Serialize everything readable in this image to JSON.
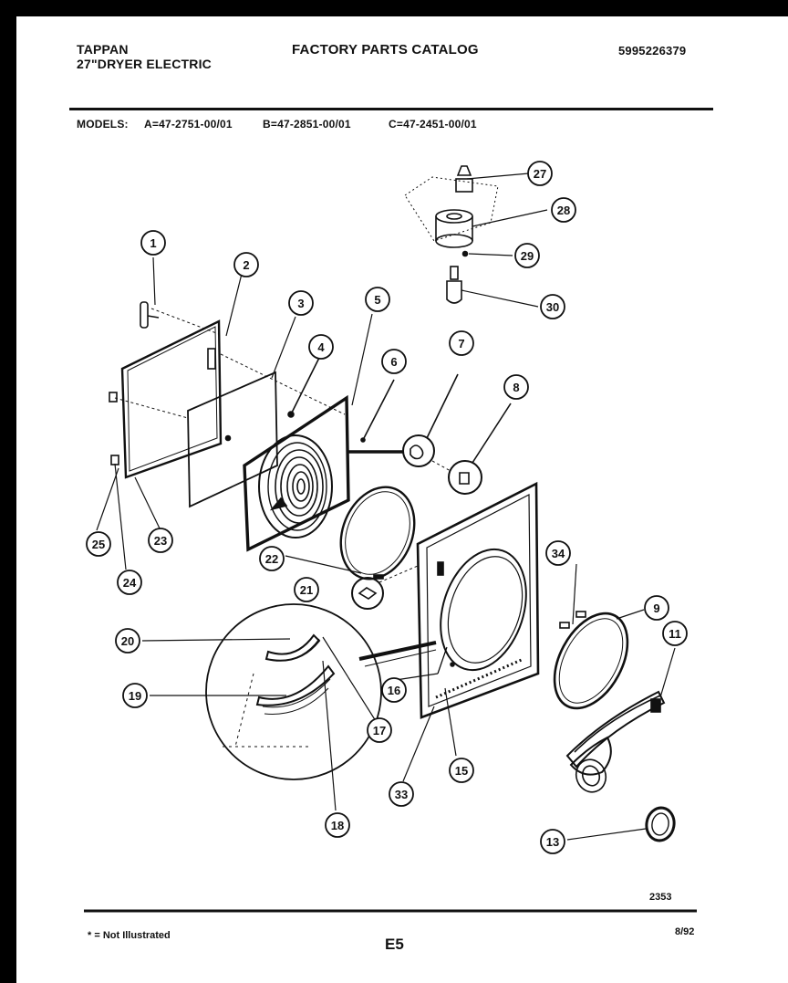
{
  "header": {
    "brand": "TAPPAN",
    "model_desc": "27\"DRYER ELECTRIC",
    "catalog_title": "FACTORY PARTS CATALOG",
    "catalog_number": "5995226379"
  },
  "models": {
    "label": "MODELS:",
    "a": "A=47-2751-00/01",
    "b": "B=47-2851-00/01",
    "c": "C=47-2451-00/01"
  },
  "callouts": [
    "1",
    "2",
    "3",
    "4",
    "5",
    "6",
    "7",
    "8",
    "9",
    "11",
    "13",
    "15",
    "16",
    "17",
    "18",
    "19",
    "20",
    "21",
    "22",
    "23",
    "24",
    "25",
    "27",
    "28",
    "29",
    "30",
    "33",
    "34"
  ],
  "footer": {
    "drawing_number": "2353",
    "note": "* = Not Illustrated",
    "page_code": "E5",
    "date": "8/92"
  }
}
